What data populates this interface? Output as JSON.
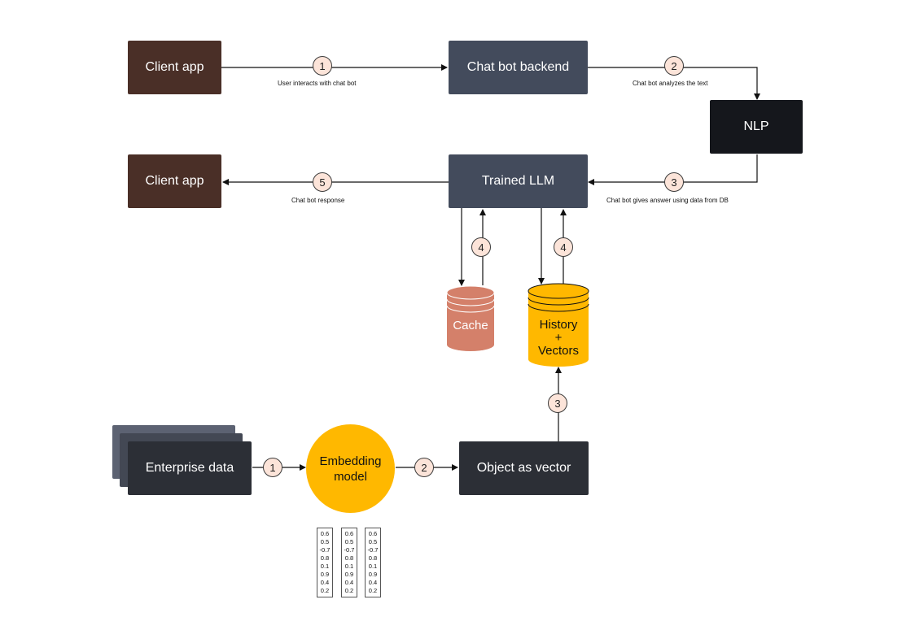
{
  "nodes": {
    "client_top": "Client app",
    "backend": "Chat bot backend",
    "nlp": "NLP",
    "client_mid": "Client app",
    "llm": "Trained LLM",
    "cache": "Cache",
    "history_line1": "History",
    "history_line2": "+",
    "history_line3": "Vectors",
    "enterprise": "Enterprise data",
    "embedding_line1": "Embedding",
    "embedding_line2": "model",
    "object_vector": "Object as vector"
  },
  "steps": {
    "s1_top": "1",
    "s2_top": "2",
    "s3_top": "3",
    "s5": "5",
    "s4_cache": "4",
    "s4_history": "4",
    "s3_bottom": "3",
    "s1_bottom": "1",
    "s2_bottom": "2"
  },
  "labels": {
    "user_interacts": "User interacts with chat bot",
    "analyzes": "Chat bot analyzes the text",
    "gives_answer": "Chat bot gives answer using data from DB",
    "response": "Chat bot response"
  },
  "vectors": [
    [
      "0.6",
      "0.5",
      "-0.7",
      "0.8",
      "0.1",
      "0.9",
      "0.4",
      "0.2"
    ],
    [
      "0.6",
      "0.5",
      "-0.7",
      "0.8",
      "0.1",
      "0.9",
      "0.4",
      "0.2"
    ],
    [
      "0.6",
      "0.5",
      "-0.7",
      "0.8",
      "0.1",
      "0.9",
      "0.4",
      "0.2"
    ]
  ],
  "colors": {
    "client": "#4a2f27",
    "backend": "#434b5c",
    "nlp": "#15171c",
    "cache": "#d4806a",
    "history": "#ffb800",
    "step_fill": "#fce4d9"
  }
}
